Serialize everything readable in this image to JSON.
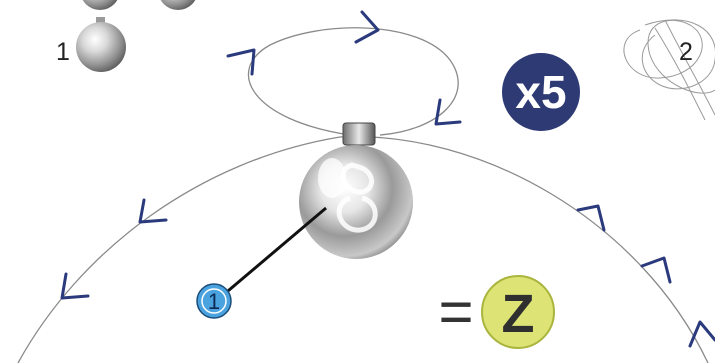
{
  "step_numbers": {
    "part_count": "1",
    "next_step": "2"
  },
  "callout": {
    "number": "1"
  },
  "multiplier": {
    "text": "x5"
  },
  "result": {
    "equals": "=",
    "letter": "Z"
  },
  "colors": {
    "arrow": "#2b3a7c",
    "line": "#8a8a8a",
    "multiplier_badge": "#2d3a74",
    "callout_circle": "#4aa3df",
    "result_circle": "#dde374",
    "result_border": "#a9b53d"
  },
  "icons": {
    "bead": "silver-bead-icon",
    "sphere": "silver-ball-icon",
    "loop_sketch": "knot-sketch-icon"
  }
}
